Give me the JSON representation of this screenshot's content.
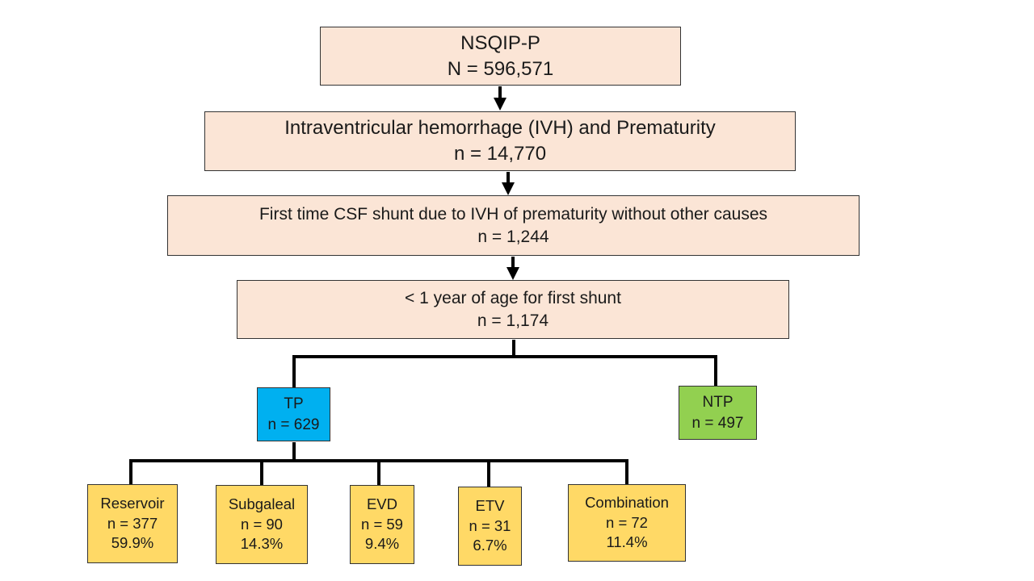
{
  "flowchart": {
    "nsqip": {
      "title": "NSQIP-P",
      "count": "N = 596,571"
    },
    "ivh": {
      "title": "Intraventricular hemorrhage (IVH) and Prematurity",
      "count": "n = 14,770"
    },
    "csf": {
      "title": "First time CSF shunt due to IVH of prematurity without other causes",
      "count": "n = 1,244"
    },
    "age": {
      "title": "< 1 year of age for first shunt",
      "count": "n = 1,174"
    },
    "tp": {
      "title": "TP",
      "count": "n = 629"
    },
    "ntp": {
      "title": "NTP",
      "count": "n = 497"
    },
    "reservoir": {
      "title": "Reservoir",
      "count": "n = 377",
      "percent": "59.9%"
    },
    "subgaleal": {
      "title": "Subgaleal",
      "count": "n = 90",
      "percent": "14.3%"
    },
    "evd": {
      "title": "EVD",
      "count": "n = 59",
      "percent": "9.4%"
    },
    "etv": {
      "title": "ETV",
      "count": "n = 31",
      "percent": "6.7%"
    },
    "combination": {
      "title": "Combination",
      "count": "n = 72",
      "percent": "11.4%"
    }
  },
  "colors": {
    "cohort_fill": "#fbe5d6",
    "tp_fill": "#00b0f0",
    "ntp_fill": "#92d050",
    "subgroup_fill": "#ffd966",
    "connector": "#000000"
  }
}
